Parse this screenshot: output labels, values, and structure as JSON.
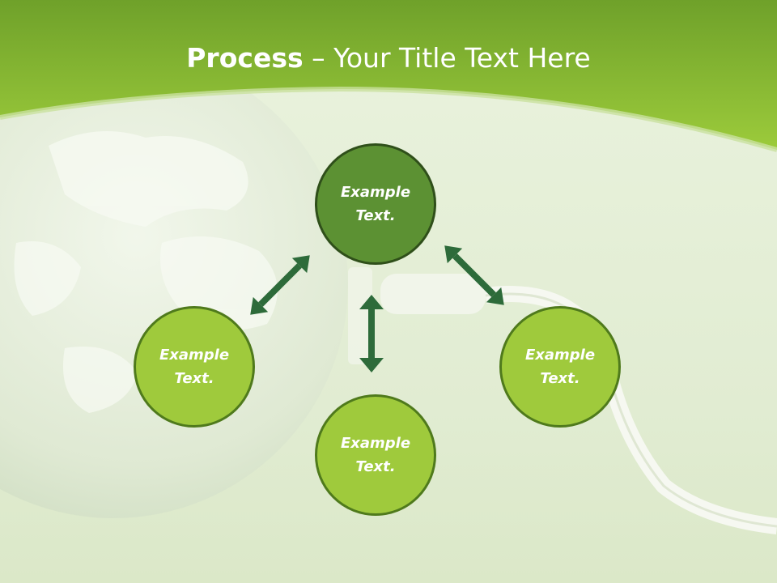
{
  "header": {
    "title_bold": "Process",
    "title_rest": " – Your Title Text Here"
  },
  "nodes": [
    {
      "id": "top",
      "line1": "Example",
      "line2": "Text."
    },
    {
      "id": "left",
      "line1": "Example",
      "line2": "Text."
    },
    {
      "id": "right",
      "line1": "Example",
      "line2": "Text."
    },
    {
      "id": "bottom",
      "line1": "Example",
      "line2": "Text."
    }
  ],
  "colors": {
    "header_green": "#8cc63f",
    "node_light": "#9fca3c",
    "node_dark": "#5c9133",
    "arrow": "#2d6b3a"
  }
}
